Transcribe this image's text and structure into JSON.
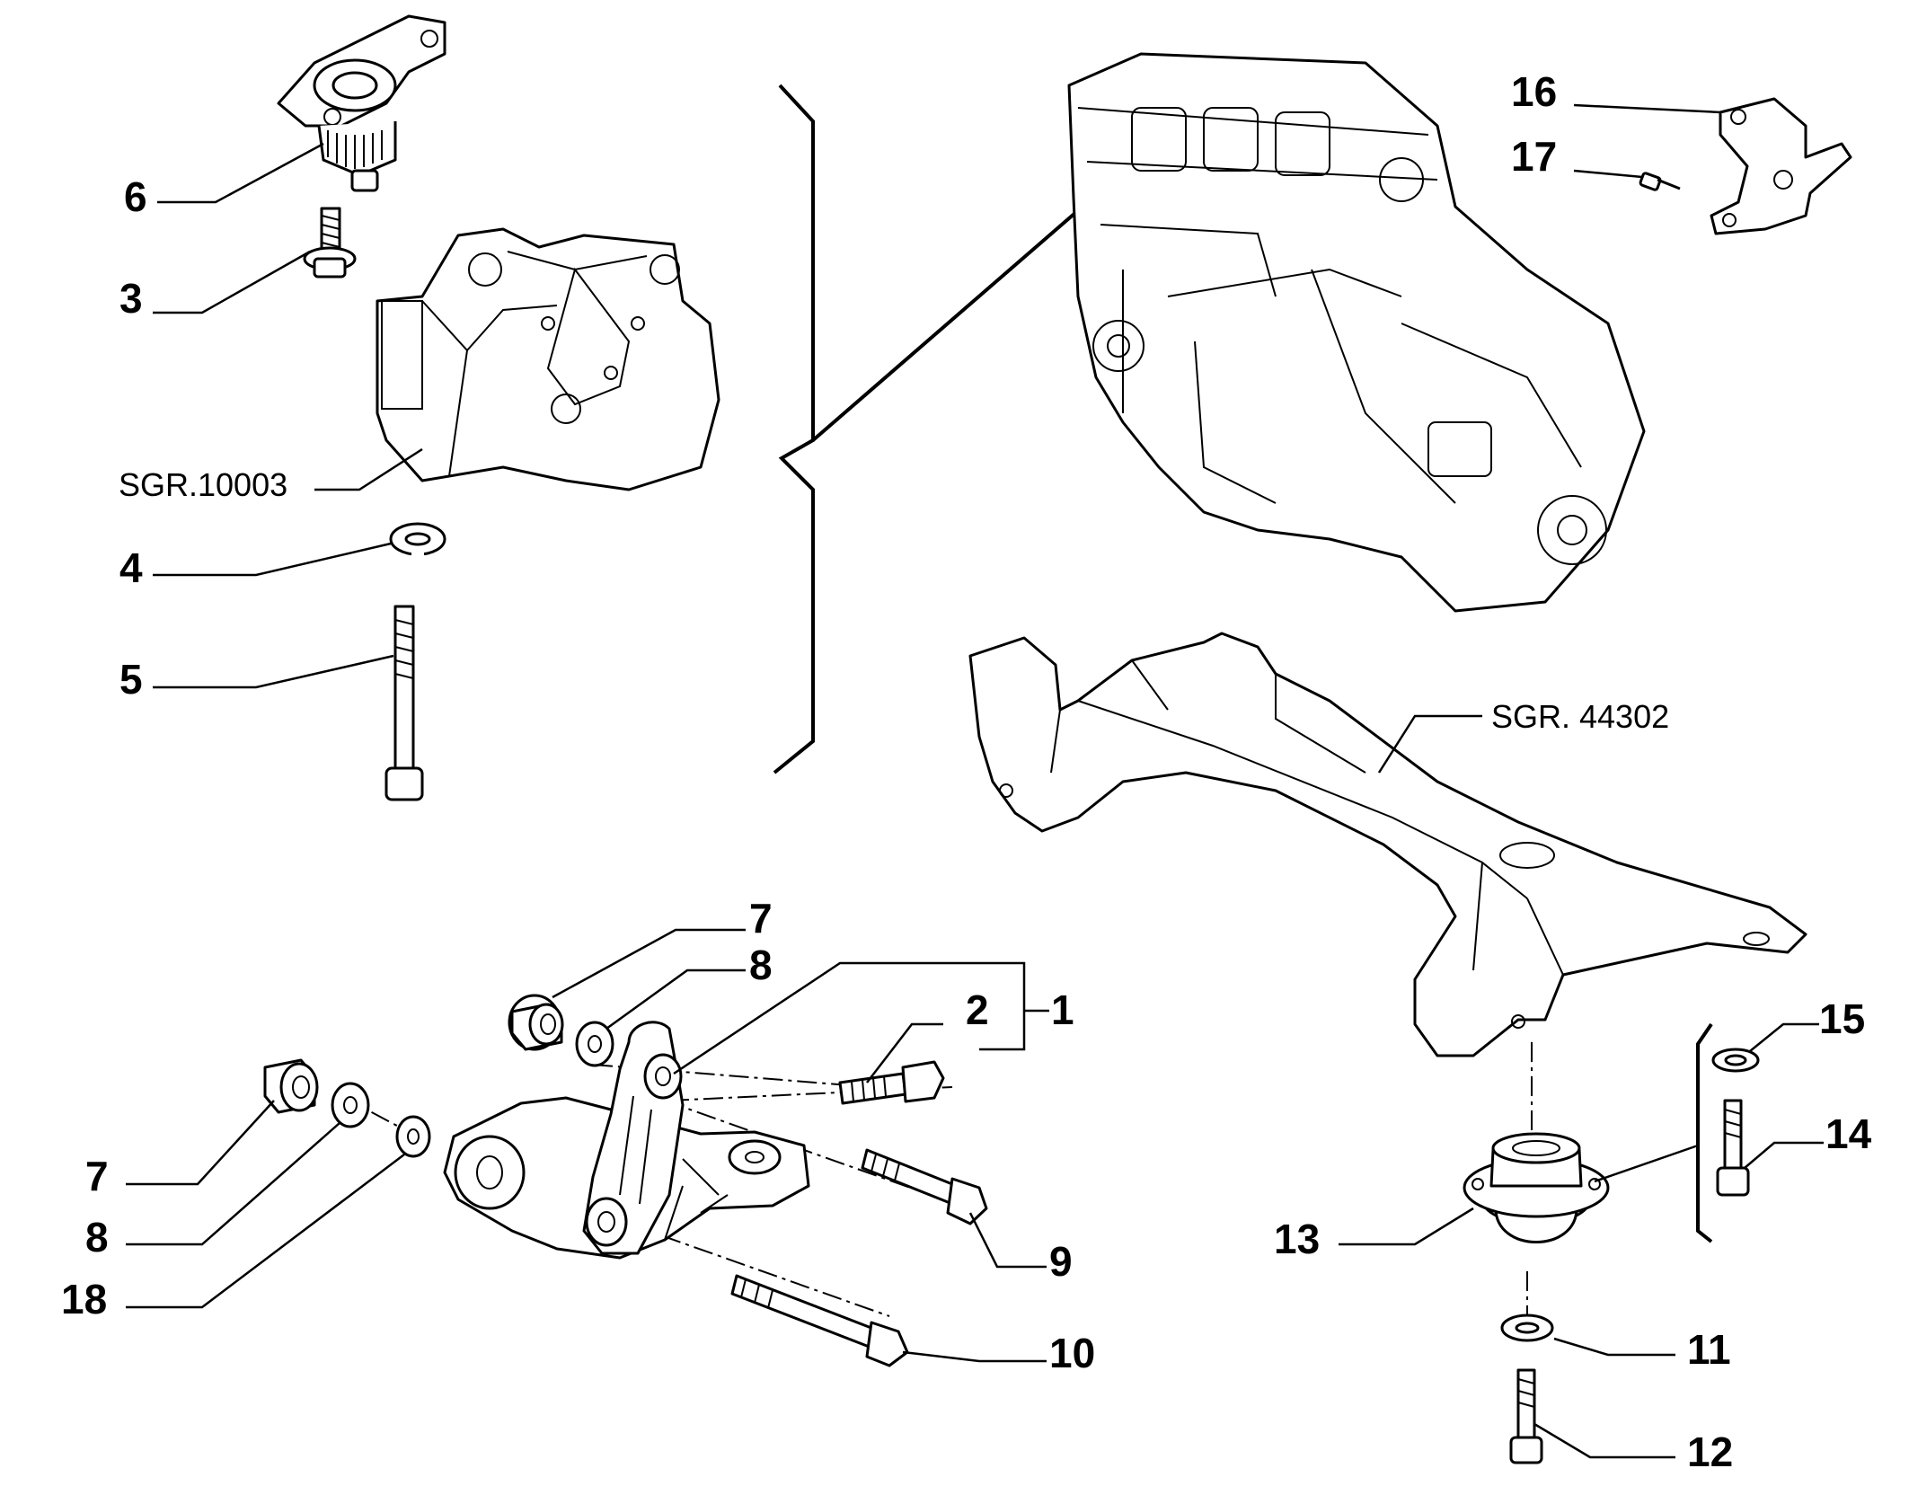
{
  "callouts": {
    "c1": "1",
    "c2": "2",
    "c3": "3",
    "c4": "4",
    "c5": "5",
    "c6": "6",
    "c7a": "7",
    "c7b": "7",
    "c8a": "8",
    "c8b": "8",
    "c9": "9",
    "c10": "10",
    "c11": "11",
    "c12": "12",
    "c13": "13",
    "c14": "14",
    "c15": "15",
    "c16": "16",
    "c17": "17",
    "c18": "18"
  },
  "references": {
    "gearbox_mount_group": "SGR.10003",
    "subframe_group": "SGR. 44302"
  }
}
